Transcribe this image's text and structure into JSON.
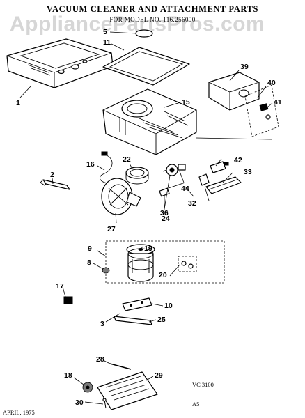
{
  "title": "VACUUM CLEANER AND ATTACHMENT PARTS",
  "subtitle": "FOR MODEL NO. 116.256000",
  "watermark": "AppliancePartsPros.com",
  "footer_left": "APRIL, 1975",
  "footer_code": "VC 3100",
  "footer_page": "A5",
  "labels": {
    "p1": "1",
    "p2": "2",
    "p3": "3",
    "p8": "8",
    "p9": "9",
    "p10": "10",
    "p11": "11",
    "p15": "15",
    "p16": "16",
    "p17": "17",
    "p18": "18",
    "p19": "19",
    "p20": "20",
    "p22": "22",
    "p24": "24",
    "p25": "25",
    "p27": "27",
    "p28": "28",
    "p29": "29",
    "p30": "30",
    "p32": "32",
    "p33": "33",
    "p36": "36",
    "p39": "39",
    "p40": "40",
    "p41": "41",
    "p42": "42",
    "p44": "44",
    "p5": "5"
  }
}
